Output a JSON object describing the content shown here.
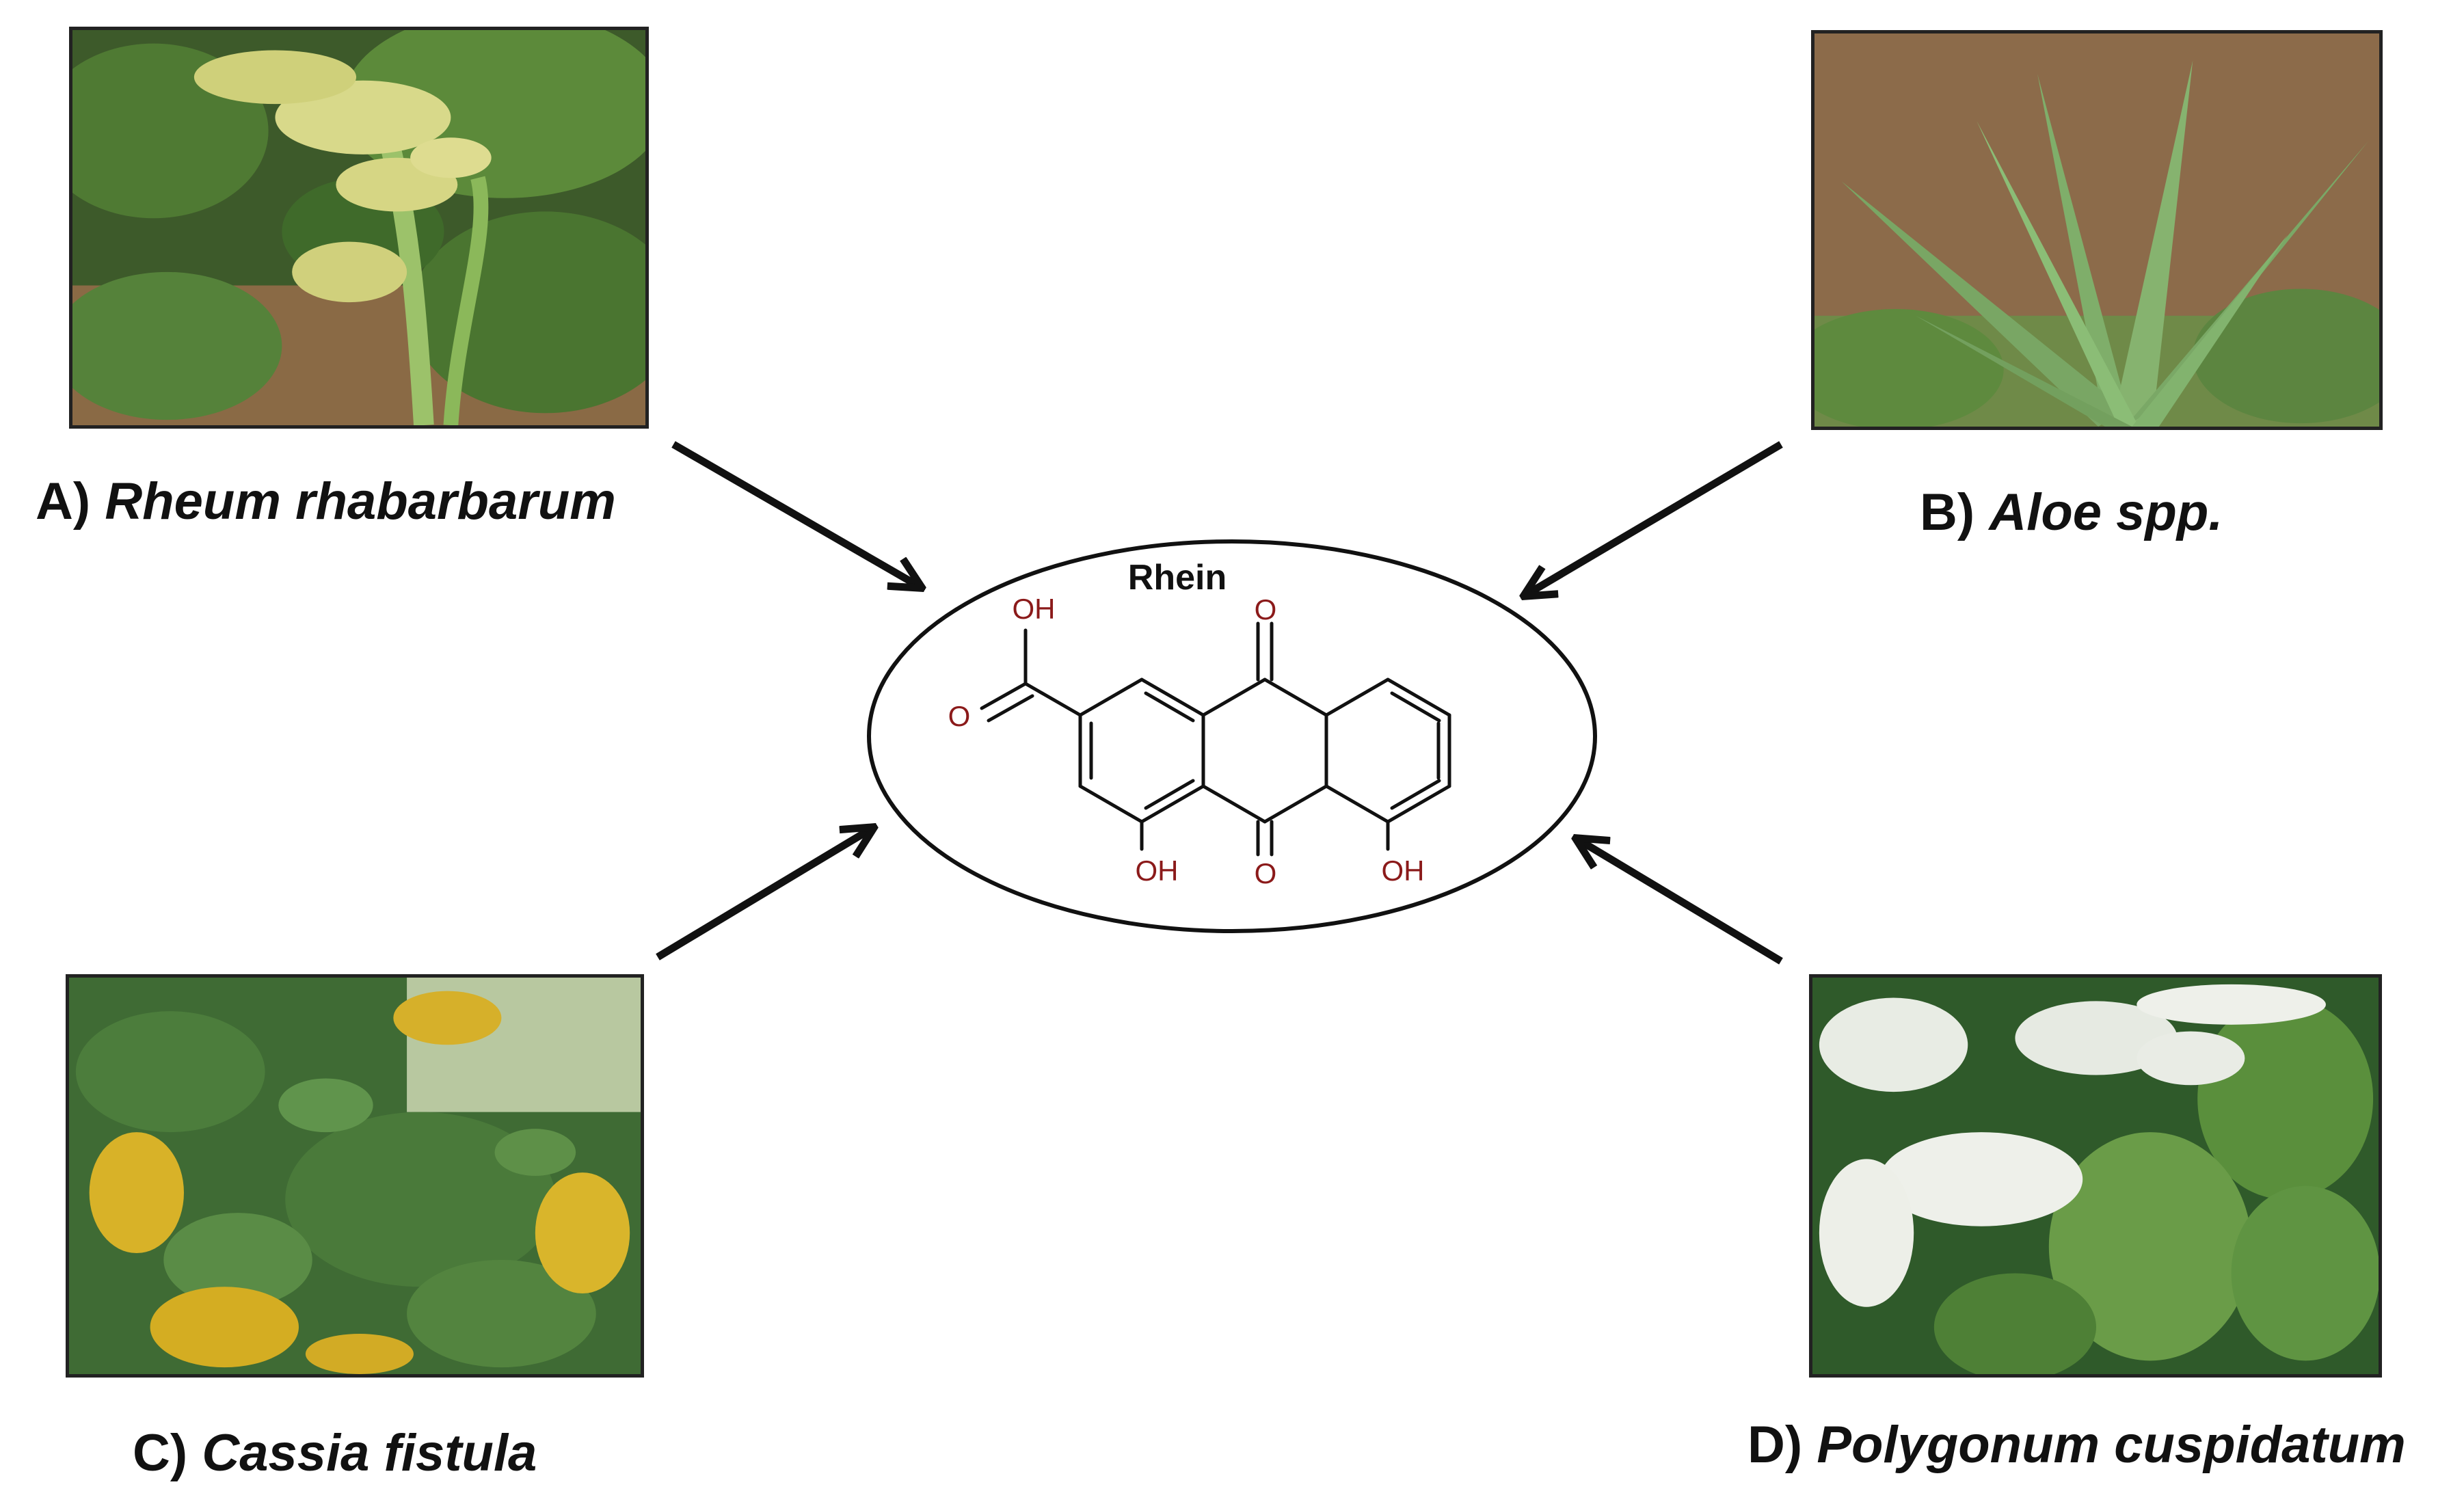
{
  "compound": {
    "name": "Rhein",
    "atoms": {
      "oh_acid": "OH",
      "o_acid": "O",
      "o_top": "O",
      "o_bottom": "O",
      "oh_left": "OH",
      "oh_right": "OH"
    }
  },
  "sources": [
    {
      "letter": "A)",
      "species": "Rheum rhabarbarum"
    },
    {
      "letter": "B)",
      "species": "Aloe spp."
    },
    {
      "letter": "C)",
      "species": "Cassia fistula"
    },
    {
      "letter": "D)",
      "species": "Polygonum cuspidatum"
    }
  ],
  "colors": {
    "atom_label": "#8b1a1a",
    "bond": "#111111",
    "arrow": "#111111"
  }
}
